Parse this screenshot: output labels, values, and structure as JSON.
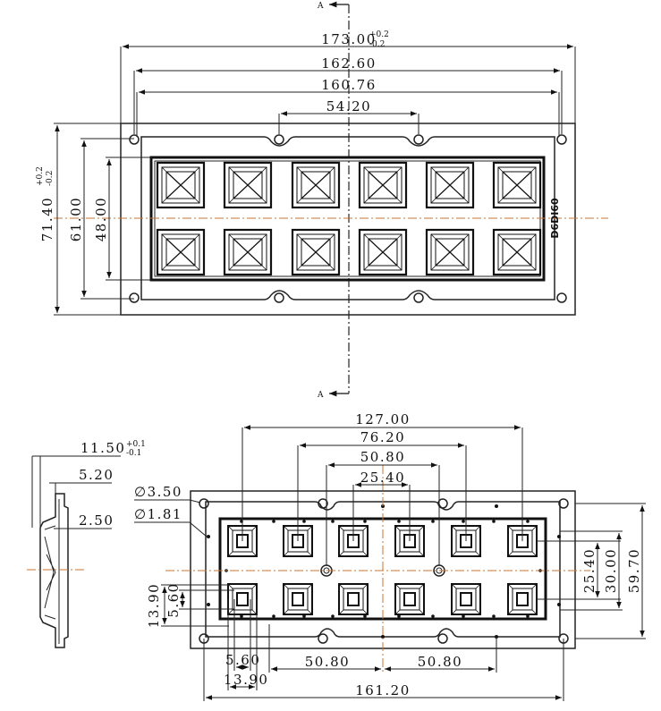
{
  "colors": {
    "line": "#222222",
    "centerline": "#c87533",
    "background": "#ffffff"
  },
  "section": {
    "label_top": "A",
    "label_bottom": "A"
  },
  "top_view": {
    "width_overall": "173.00",
    "width_overall_tol_plus": "+0.2",
    "width_overall_tol_minus": "-0.2",
    "width_mid": "162.60",
    "width_inner": "160.76",
    "width_hole_pitch": "54.20",
    "height_overall": "71.40",
    "height_overall_tol_plus": "+0.2",
    "height_overall_tol_minus": "-0.2",
    "height_mid": "61.00",
    "height_inner": "48.00",
    "part_marking": "D6DI60"
  },
  "side_view": {
    "thickness": "11.50",
    "thickness_tol_plus": "+0.1",
    "thickness_tol_minus": "-0.1",
    "step": "5.20",
    "base": "2.50"
  },
  "bottom_view": {
    "width_127": "127.00",
    "width_76": "76.20",
    "width_50": "50.80",
    "width_25": "25.40",
    "hole_dia_large": "∅3.50",
    "hole_dia_small": "∅1.81",
    "height_25": "25.40",
    "height_30": "30.00",
    "height_59": "59.70",
    "cell_13_90_v": "13.90",
    "cell_5_60_v": "5.60",
    "cell_5_60_h": "5.60",
    "cell_13_90_h": "13.90",
    "pitch_left": "50.80",
    "pitch_right": "50.80",
    "width_161": "161.20"
  }
}
